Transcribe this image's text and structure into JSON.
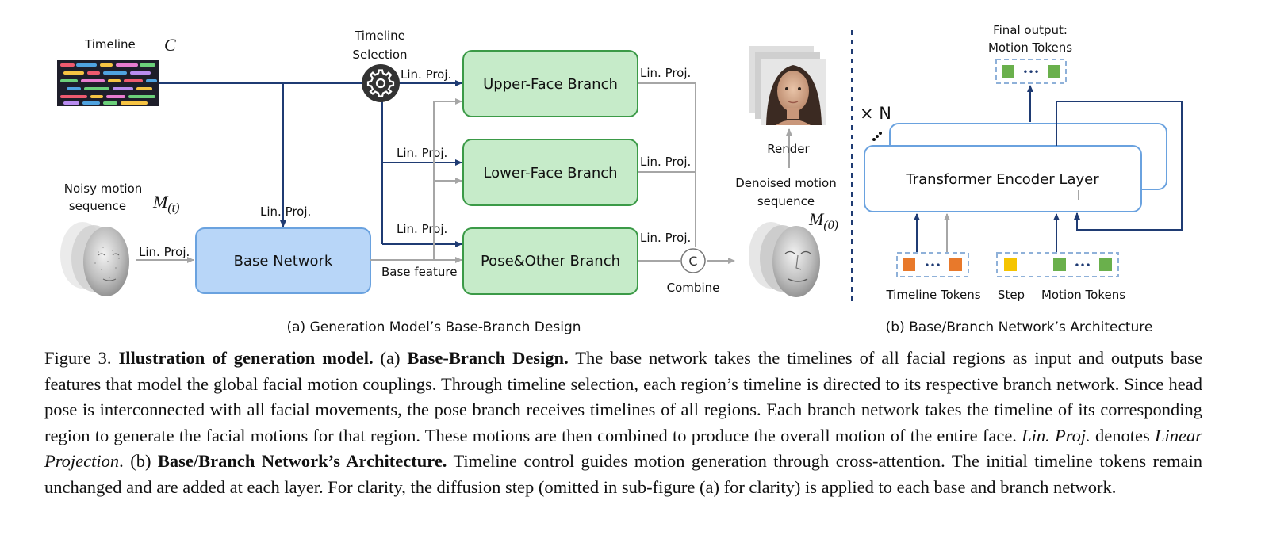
{
  "diagram": {
    "timeline": {
      "label": "Timeline",
      "symbol": "C"
    },
    "timeline_selection": {
      "line1": "Timeline",
      "line2": "Selection"
    },
    "noisy_motion": {
      "line1": "Noisy motion",
      "line2": "sequence",
      "symbol_main": "M",
      "symbol_sub": "(t)"
    },
    "lin_proj": "Lin. Proj.",
    "base_network": "Base Network",
    "base_feature": "Base feature",
    "branches": [
      "Upper-Face Branch",
      "Lower-Face Branch",
      "Pose&Other Branch"
    ],
    "combine": {
      "symbol": "C",
      "label": "Combine"
    },
    "denoised": {
      "line1": "Denoised motion",
      "line2": "sequence",
      "symbol_main": "M",
      "symbol_sub": "(0)"
    },
    "render": "Render",
    "subcaption_a": "(a) Generation Model’s Base-Branch Design",
    "arch": {
      "final_output_line1": "Final output:",
      "final_output_line2": "Motion Tokens",
      "repeat": "× N",
      "layer": "Transformer Encoder Layer",
      "timeline_tokens": "Timeline Tokens",
      "step": "Step",
      "motion_tokens": "Motion Tokens",
      "ellipsis": "•••"
    },
    "subcaption_b": "(b) Base/Branch Network’s Architecture",
    "colors": {
      "navy": "#1f3b73",
      "gray_arrow": "#a6a6a6",
      "green_fill": "#c6ebc9",
      "green_stroke": "#3b9a47",
      "blue_fill": "#b8d6f8",
      "blue_stroke": "#6aa2df",
      "orange": "#e8792b",
      "yellow": "#f5c400",
      "token_green": "#6ab04c"
    }
  },
  "caption": {
    "fig_label": "Figure 3.",
    "title": "Illustration of generation model.",
    "a_label": "(a)",
    "a_title": "Base-Branch Design.",
    "a_text": "The base network takes the timelines of all facial regions as input and outputs base features that model the global facial motion couplings. Through timeline selection, each region’s timeline is directed to its respective branch network. Since head pose is interconnected with all facial movements, the pose branch receives timelines of all regions. Each branch network takes the timeline of its corresponding region to generate the facial motions for that region. These motions are then combined to produce the overall motion of the entire face.",
    "linproj_abbr": "Lin. Proj.",
    "denotes": "denotes",
    "linproj_full": "Linear Projection",
    "period": ".",
    "b_label": "(b)",
    "b_title": "Base/Branch Network’s Architecture.",
    "b_text": "Timeline control guides motion generation through cross-attention. The initial timeline tokens remain unchanged and are added at each layer. For clarity, the diffusion step (omitted in sub-figure (a) for clarity) is applied to each base and branch network."
  }
}
